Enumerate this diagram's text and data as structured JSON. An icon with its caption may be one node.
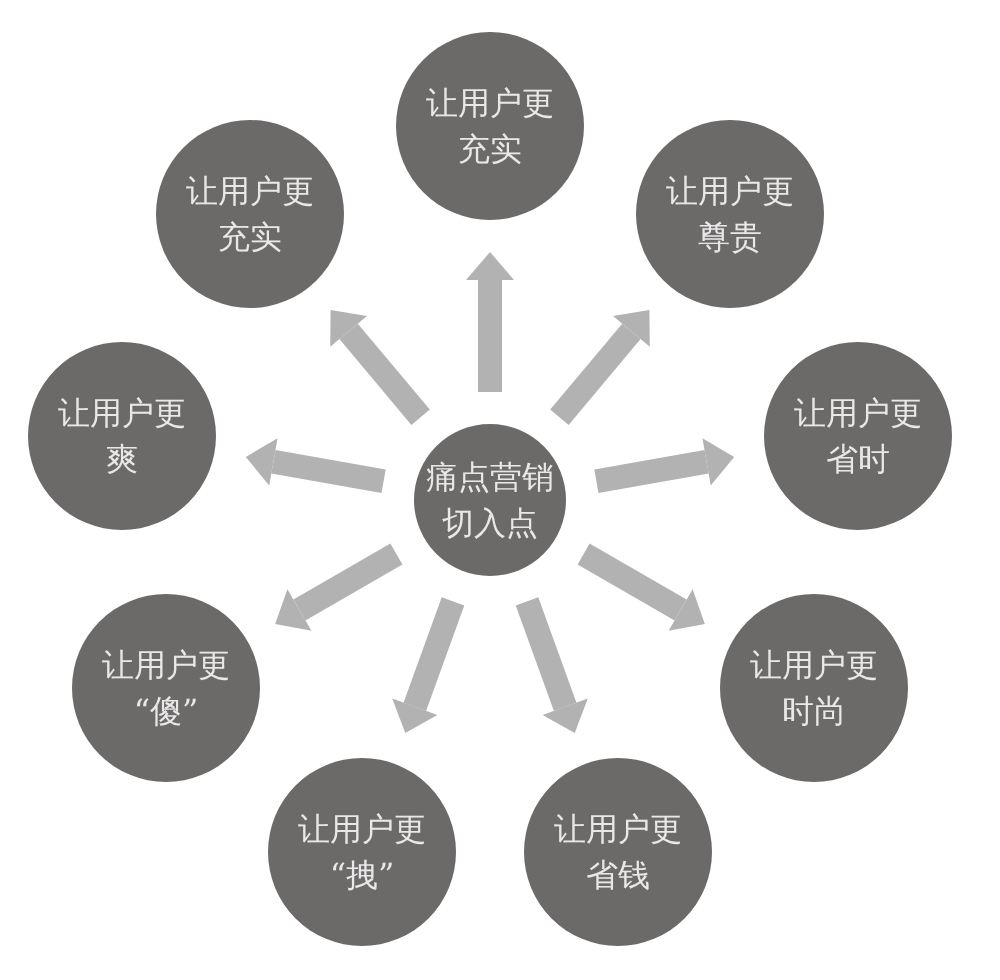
{
  "diagram": {
    "nodes": [
      {
        "text": [
          "痛点营销切入点"
        ]
      },
      {
        "text": [
          "让用户更充实"
        ]
      },
      {
        "text": [
          "让用户更尊贵"
        ]
      },
      {
        "text": [
          "让用户更省时"
        ]
      },
      {
        "text": [
          "让用户更时尚"
        ]
      },
      {
        "text": [
          "让用户更省钱"
        ]
      },
      {
        "text": [
          "让用户更“拽”"
        ]
      },
      {
        "text": [
          "让用户更“傻”"
        ]
      },
      {
        "text": [
          "让用户更爽"
        ]
      },
      {
        "text": [
          "让用户更充实"
        ]
      }
    ],
    "edges": [
      {
        "from": 0,
        "to": 1,
        "arrow": "to"
      },
      {
        "from": 0,
        "to": 2,
        "arrow": "to"
      },
      {
        "from": 0,
        "to": 3,
        "arrow": "to"
      },
      {
        "from": 0,
        "to": 4,
        "arrow": "to"
      },
      {
        "from": 0,
        "to": 5,
        "arrow": "to"
      },
      {
        "from": 0,
        "to": 6,
        "arrow": "to"
      },
      {
        "from": 0,
        "to": 7,
        "arrow": "to"
      },
      {
        "from": 0,
        "to": 8,
        "arrow": "to"
      },
      {
        "from": 0,
        "to": 9,
        "arrow": "to"
      }
    ]
  }
}
